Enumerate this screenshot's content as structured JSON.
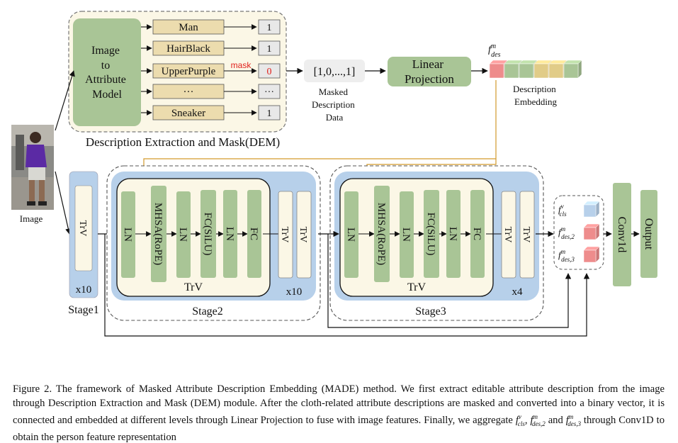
{
  "dem": {
    "model_label_lines": [
      "Image",
      "to",
      "Attribute",
      "Model"
    ],
    "attributes": [
      {
        "label": "Man",
        "value": "1"
      },
      {
        "label": "HairBlack",
        "value": "1"
      },
      {
        "label": "UpperPurple",
        "value": "0"
      },
      {
        "label": "···",
        "value": "···"
      },
      {
        "label": "Sneaker",
        "value": "1"
      }
    ],
    "mask_label": "mask",
    "module_title": "Description Extraction and Mask(DEM)"
  },
  "masked_vector": "[1,0,...,1]",
  "masked_caption_lines": [
    "Masked",
    "Description",
    "Data"
  ],
  "linear_projection_lines": [
    "Linear",
    "Projection"
  ],
  "embedding_label": "f",
  "embedding_sup": "m",
  "embedding_sub": "des",
  "embedding_caption_lines": [
    "Description",
    "Embedding"
  ],
  "image_label": "Image",
  "stage1": {
    "trv": "TrV",
    "repeat": "x10",
    "title": "Stage1"
  },
  "stage2": {
    "blocks": [
      "LN",
      "MHSA(RoPE)",
      "LN",
      "FC(SiLU)",
      "LN",
      "FC"
    ],
    "inner_title": "TrV",
    "trv_a": "TrV",
    "trv_b": "TrV",
    "repeat": "x10",
    "title": "Stage2"
  },
  "stage3": {
    "blocks": [
      "LN",
      "MHSA(RoPE)",
      "LN",
      "FC(SiLU)",
      "LN",
      "FC"
    ],
    "inner_title": "TrV",
    "trv_a": "TrV",
    "trv_b": "TrV",
    "repeat": "x4",
    "title": "Stage3"
  },
  "features": [
    {
      "base": "f",
      "sup": "v",
      "sub": "cls"
    },
    {
      "base": "f",
      "sup": "m",
      "sub": "des,2"
    },
    {
      "base": "f",
      "sup": "m",
      "sub": "des,3"
    }
  ],
  "conv_label": "Conv1d",
  "output_label": "Output",
  "colors": {
    "green": "#a9c596",
    "cream": "#fbf7e6",
    "tan": "#ecdcae",
    "blue": "#b7d0ea",
    "lightgray": "#eeeeee",
    "pink": "#ee8c8c",
    "yellowcube": "#e1cc88",
    "arrow_orange": "#d39a2c",
    "mask_red": "#e0201b"
  },
  "caption": {
    "line1": "Figure 2.  The framework of Masked Attribute Description Embedding (MADE) method.  We first extract editable attribute description from the image through Description Extraction and Mask (DEM) module.  After the cloth-related attribute descriptions are masked and converted into a binary vector, it is connected and embedded at different levels through Linear Projection to fuse with image features. Finally, we aggregate ",
    "f1": "f",
    "f1_sup": "v",
    "f1_sub": "cls",
    "sep1": ", ",
    "f2": "f",
    "f2_sup": "m",
    "f2_sub": "des,2",
    "sep2": " and ",
    "f3": "f",
    "f3_sup": "m",
    "f3_sub": "des,3",
    "tail": " through Conv1D to obtain the person feature representation"
  }
}
